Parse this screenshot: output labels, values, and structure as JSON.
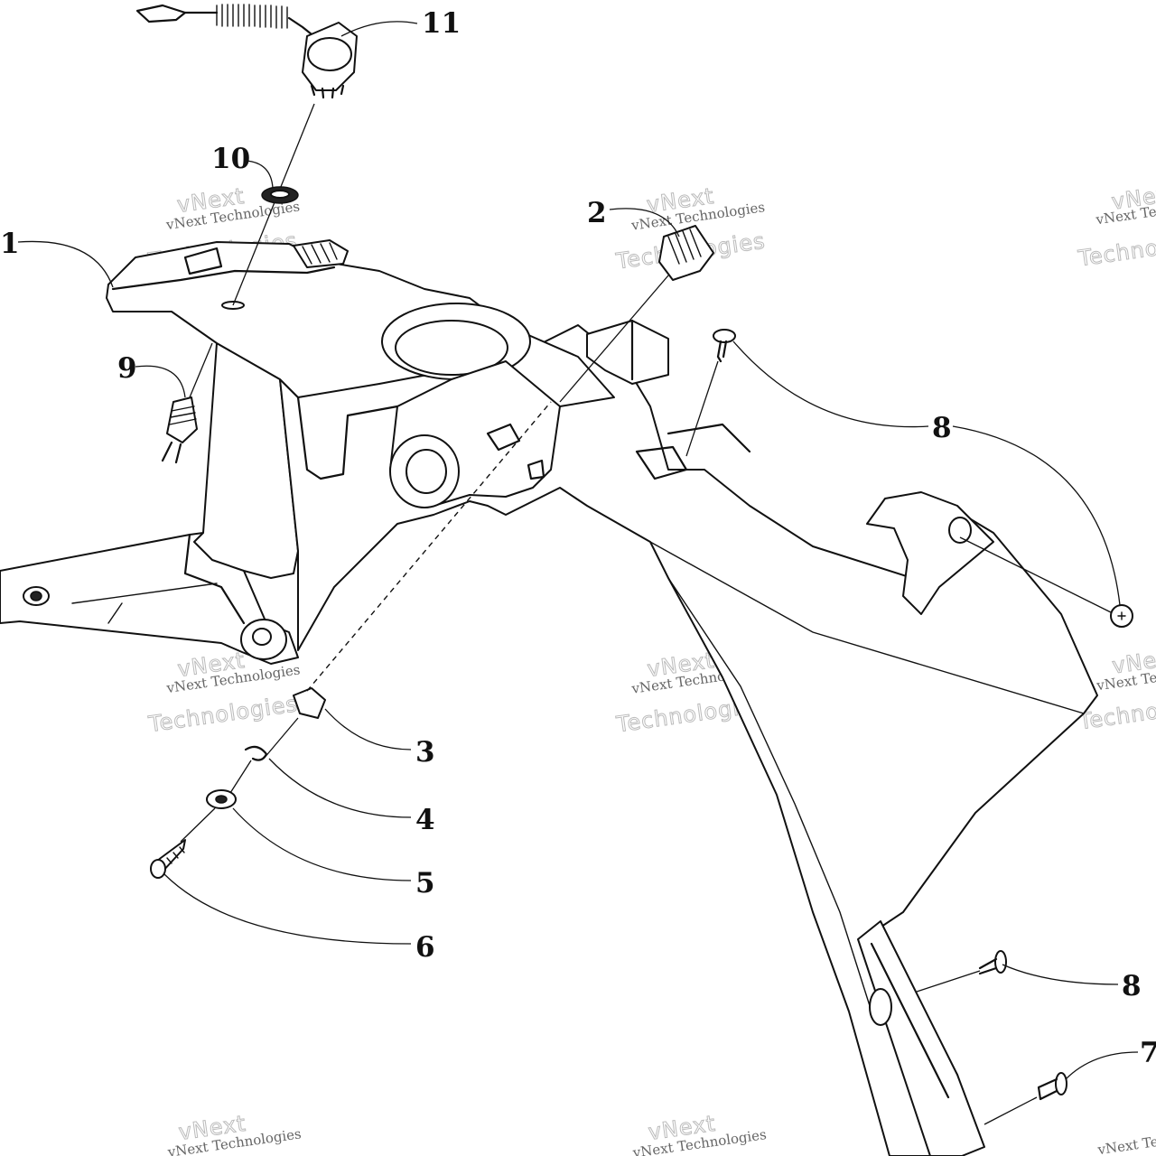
{
  "watermark": {
    "line1": "vNext Technologies",
    "line2": "vNext",
    "line3": "Technologies"
  },
  "callouts": [
    {
      "id": "c1",
      "label": "1"
    },
    {
      "id": "c2",
      "label": "2"
    },
    {
      "id": "c3",
      "label": "3"
    },
    {
      "id": "c4",
      "label": "4"
    },
    {
      "id": "c5",
      "label": "5"
    },
    {
      "id": "c6",
      "label": "6"
    },
    {
      "id": "c7",
      "label": "7"
    },
    {
      "id": "c8a",
      "label": "8"
    },
    {
      "id": "c8b",
      "label": "8"
    },
    {
      "id": "c9",
      "label": "9"
    },
    {
      "id": "c10",
      "label": "10"
    },
    {
      "id": "c11",
      "label": "11"
    }
  ]
}
